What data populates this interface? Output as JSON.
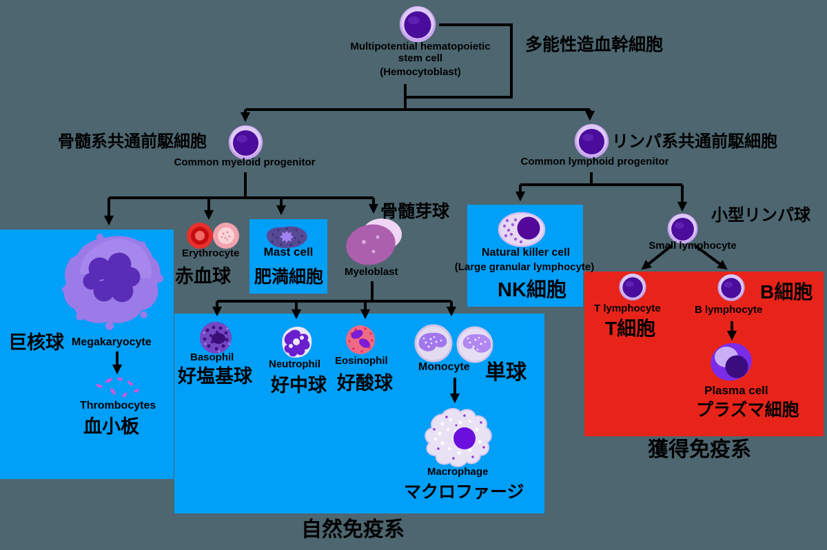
{
  "diagram_title": "Hematopoiesis cell lineage diagram (bilingual English / Japanese)",
  "colors": {
    "background": "#4D6670",
    "panel_blue": "#009FF8",
    "panel_red": "#E8241A",
    "connector": "#000000",
    "cell_purple_dark": "#4A0D9B",
    "cell_ring_lavender": "#D7BAF4"
  },
  "nodes": {
    "stem_cell": {
      "en_line1": "Multipotential hematopoietic",
      "en_line2": "stem cell",
      "en_line3": "(Hemocytoblast)",
      "ja": "多能性造血幹細胞"
    },
    "common_myeloid_progenitor": {
      "ja": "骨髄系共通前駆細胞",
      "en": "Common myeloid progenitor"
    },
    "common_lymphoid_progenitor": {
      "en": "Common lymphoid progenitor",
      "ja": "リンパ系共通前駆細胞"
    },
    "megakaryocyte": {
      "ja": "巨核球",
      "en": "Megakaryocyte"
    },
    "thrombocytes": {
      "en": "Thrombocytes",
      "ja": "血小板"
    },
    "erythrocyte": {
      "en": "Erythrocyte",
      "ja": "赤血球"
    },
    "mast_cell": {
      "en": "Mast cell",
      "ja": "肥満細胞"
    },
    "myeloblast": {
      "en": "Myeloblast",
      "ja": "骨髄芽球"
    },
    "basophil": {
      "en": "Basophil",
      "ja": "好塩基球"
    },
    "neutrophil": {
      "en": "Neutrophil",
      "ja": "好中球"
    },
    "eosinophil": {
      "en": "Eosinophil",
      "ja": "好酸球"
    },
    "monocyte": {
      "en": "Monocyte",
      "ja": "単球"
    },
    "macrophage": {
      "en": "Macrophage",
      "ja": "マクロファージ"
    },
    "natural_killer": {
      "en_line1": "Natural killer cell",
      "en_line2": "(Large granular lymphocyte)",
      "ja": "NK細胞"
    },
    "small_lymphocyte": {
      "en": "Small lymphocyte",
      "ja": "小型リンパ球"
    },
    "t_lymphocyte": {
      "en": "T lymphocyte",
      "ja": "T細胞"
    },
    "b_lymphocyte": {
      "en": "B lymphocyte",
      "ja": "B細胞"
    },
    "plasma_cell": {
      "en": "Plasma cell",
      "ja": "プラズマ細胞"
    }
  },
  "groups": {
    "innate_immune": {
      "ja": "自然免疫系"
    },
    "adaptive_immune": {
      "ja": "獲得免疫系"
    }
  }
}
